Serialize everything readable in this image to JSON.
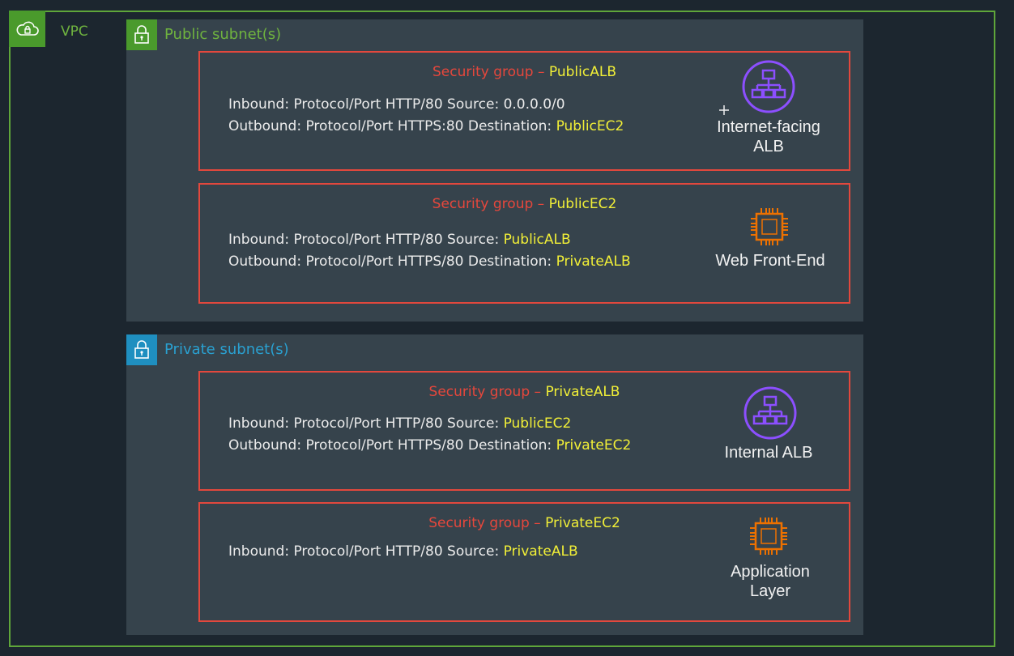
{
  "vpc": {
    "label": "VPC"
  },
  "colors": {
    "vpc_green": "#5fa63a",
    "public_green": "#6fb33f",
    "private_blue": "#2aa0d0",
    "sg_red": "#e2483d",
    "highlight_yellow": "#f1ef37",
    "alb_purple": "#8c4fff",
    "ec2_orange": "#ed7100"
  },
  "public_subnet": {
    "label": "Public subnet(s)",
    "groups": [
      {
        "title_prefix": "Security group – ",
        "title_name": "PublicALB",
        "inbound_text": "Inbound: Protocol/Port HTTP/80 Source: 0.0.0.0/0",
        "inbound_ref": "",
        "outbound_text": "Outbound: Protocol/Port HTTPS:80 Destination: ",
        "outbound_ref": "PublicEC2",
        "service": {
          "icon": "alb-icon",
          "line1": "Internet-facing",
          "line2": "ALB"
        }
      },
      {
        "title_prefix": "Security group – ",
        "title_name": "PublicEC2",
        "inbound_text": "Inbound: Protocol/Port HTTP/80 Source: ",
        "inbound_ref": "PublicALB",
        "outbound_text": "Outbound: Protocol/Port HTTPS/80 Destination: ",
        "outbound_ref": "PrivateALB",
        "service": {
          "icon": "ec2-chip-icon",
          "line1": "Web Front-End"
        }
      }
    ]
  },
  "private_subnet": {
    "label": "Private subnet(s)",
    "groups": [
      {
        "title_prefix": "Security group – ",
        "title_name": "PrivateALB",
        "inbound_text": "Inbound: Protocol/Port HTTP/80 Source: ",
        "inbound_ref": "PublicEC2",
        "outbound_text": "Outbound: Protocol/Port HTTPS/80 Destination: ",
        "outbound_ref": "PrivateEC2",
        "service": {
          "icon": "alb-icon",
          "line1": "Internal ALB"
        }
      },
      {
        "title_prefix": "Security group – ",
        "title_name": "PrivateEC2",
        "inbound_text": "Inbound: Protocol/Port HTTP/80 Source: ",
        "inbound_ref": "PrivateALB",
        "service": {
          "icon": "ec2-chip-icon",
          "line1": "Application",
          "line2": "Layer"
        }
      }
    ]
  }
}
